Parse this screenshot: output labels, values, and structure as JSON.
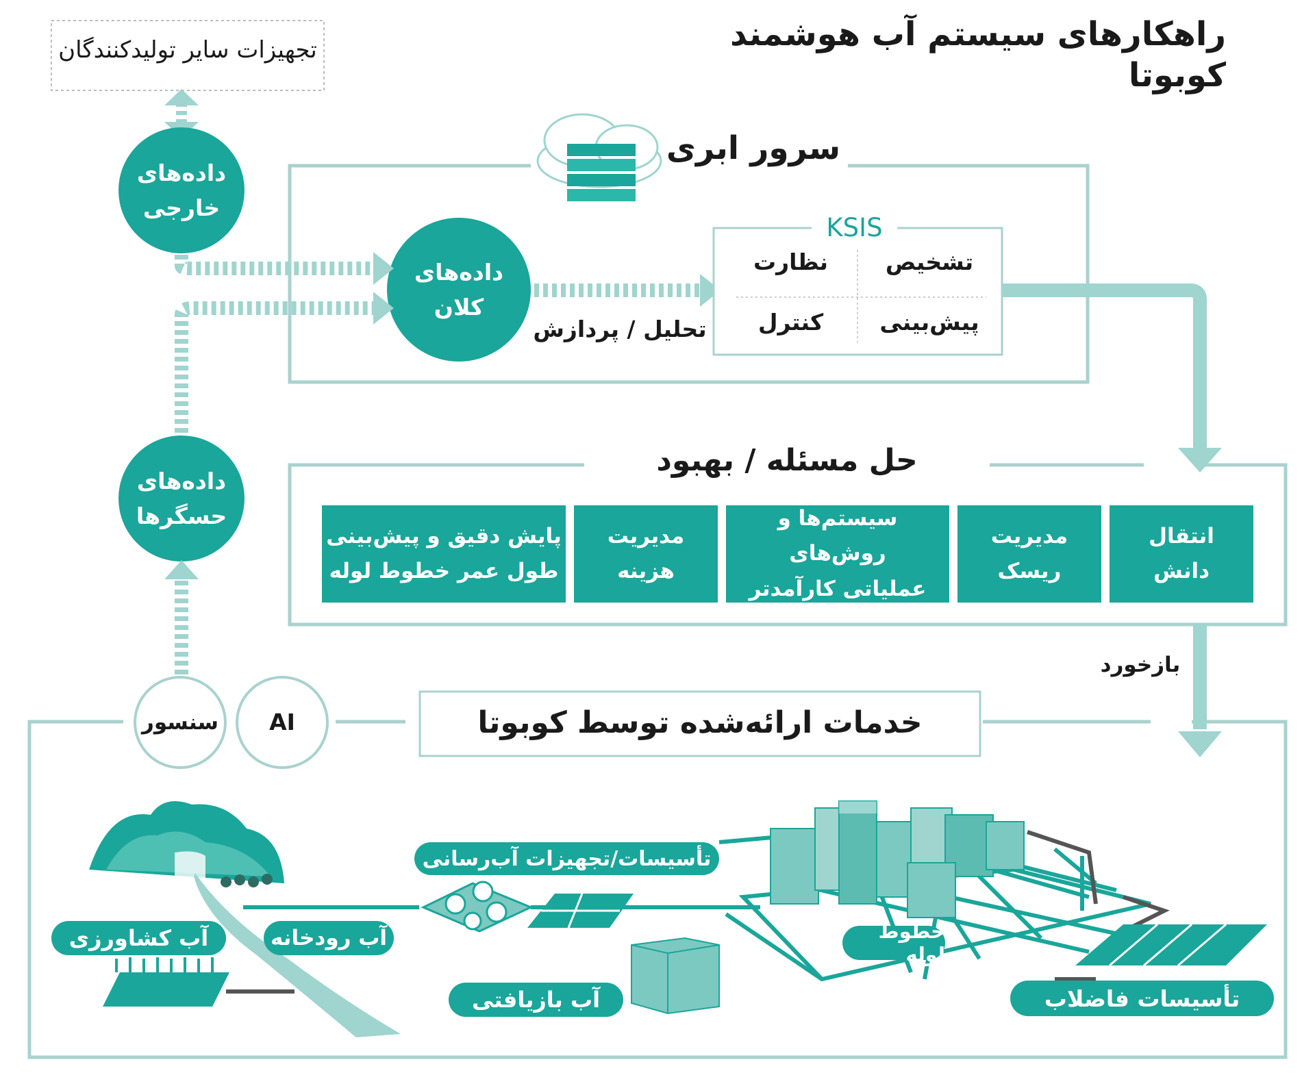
{
  "title": "راهکارهای سیستم آب هوشمند کوبوتا",
  "other_equipment": "تجهیزات سایر تولیدکنندگان",
  "external_data": "داده‌های\nخارجی",
  "big_data": "داده‌های\nکلان",
  "sensor_data": "داده‌های\nحسگرها",
  "cloud_server": "سرور ابری",
  "analysis_label": "تحلیل / پردازش",
  "ksis": {
    "title": "KSIS",
    "items": [
      "تشخیص",
      "نظارت",
      "پیش‌بینی",
      "کنترل"
    ]
  },
  "solution": {
    "title": "حل مسئله / بهبود",
    "boxes": [
      "انتقال\nدانش",
      "مدیریت\nریسک",
      "سیستم‌ها و روش‌های\nعملیاتی کارآمدتر",
      "مدیریت\nهزینه",
      "پایش دقیق و پیش‌بینی\nطول عمر خطوط لوله"
    ]
  },
  "feedback": "بازخورد",
  "sensor": "سنسور",
  "ai": "AI",
  "services_title": "خدمات ارائه‌شده توسط کوبوتا",
  "labels": {
    "water_facilities": "تأسیسات/تجهیزات آب‌رسانی",
    "agri_water": "آب کشاورزی",
    "river_water": "آب رودخانه",
    "pipelines": "خطوط لوله",
    "recycled_water": "آب بازیافتی",
    "sewage": "تأسیسات فاضلاب"
  },
  "colors": {
    "teal": "#1aa69a",
    "light_teal": "#9fd4cf",
    "frame": "#a9d2ce",
    "dark": "#1a1a1a"
  }
}
